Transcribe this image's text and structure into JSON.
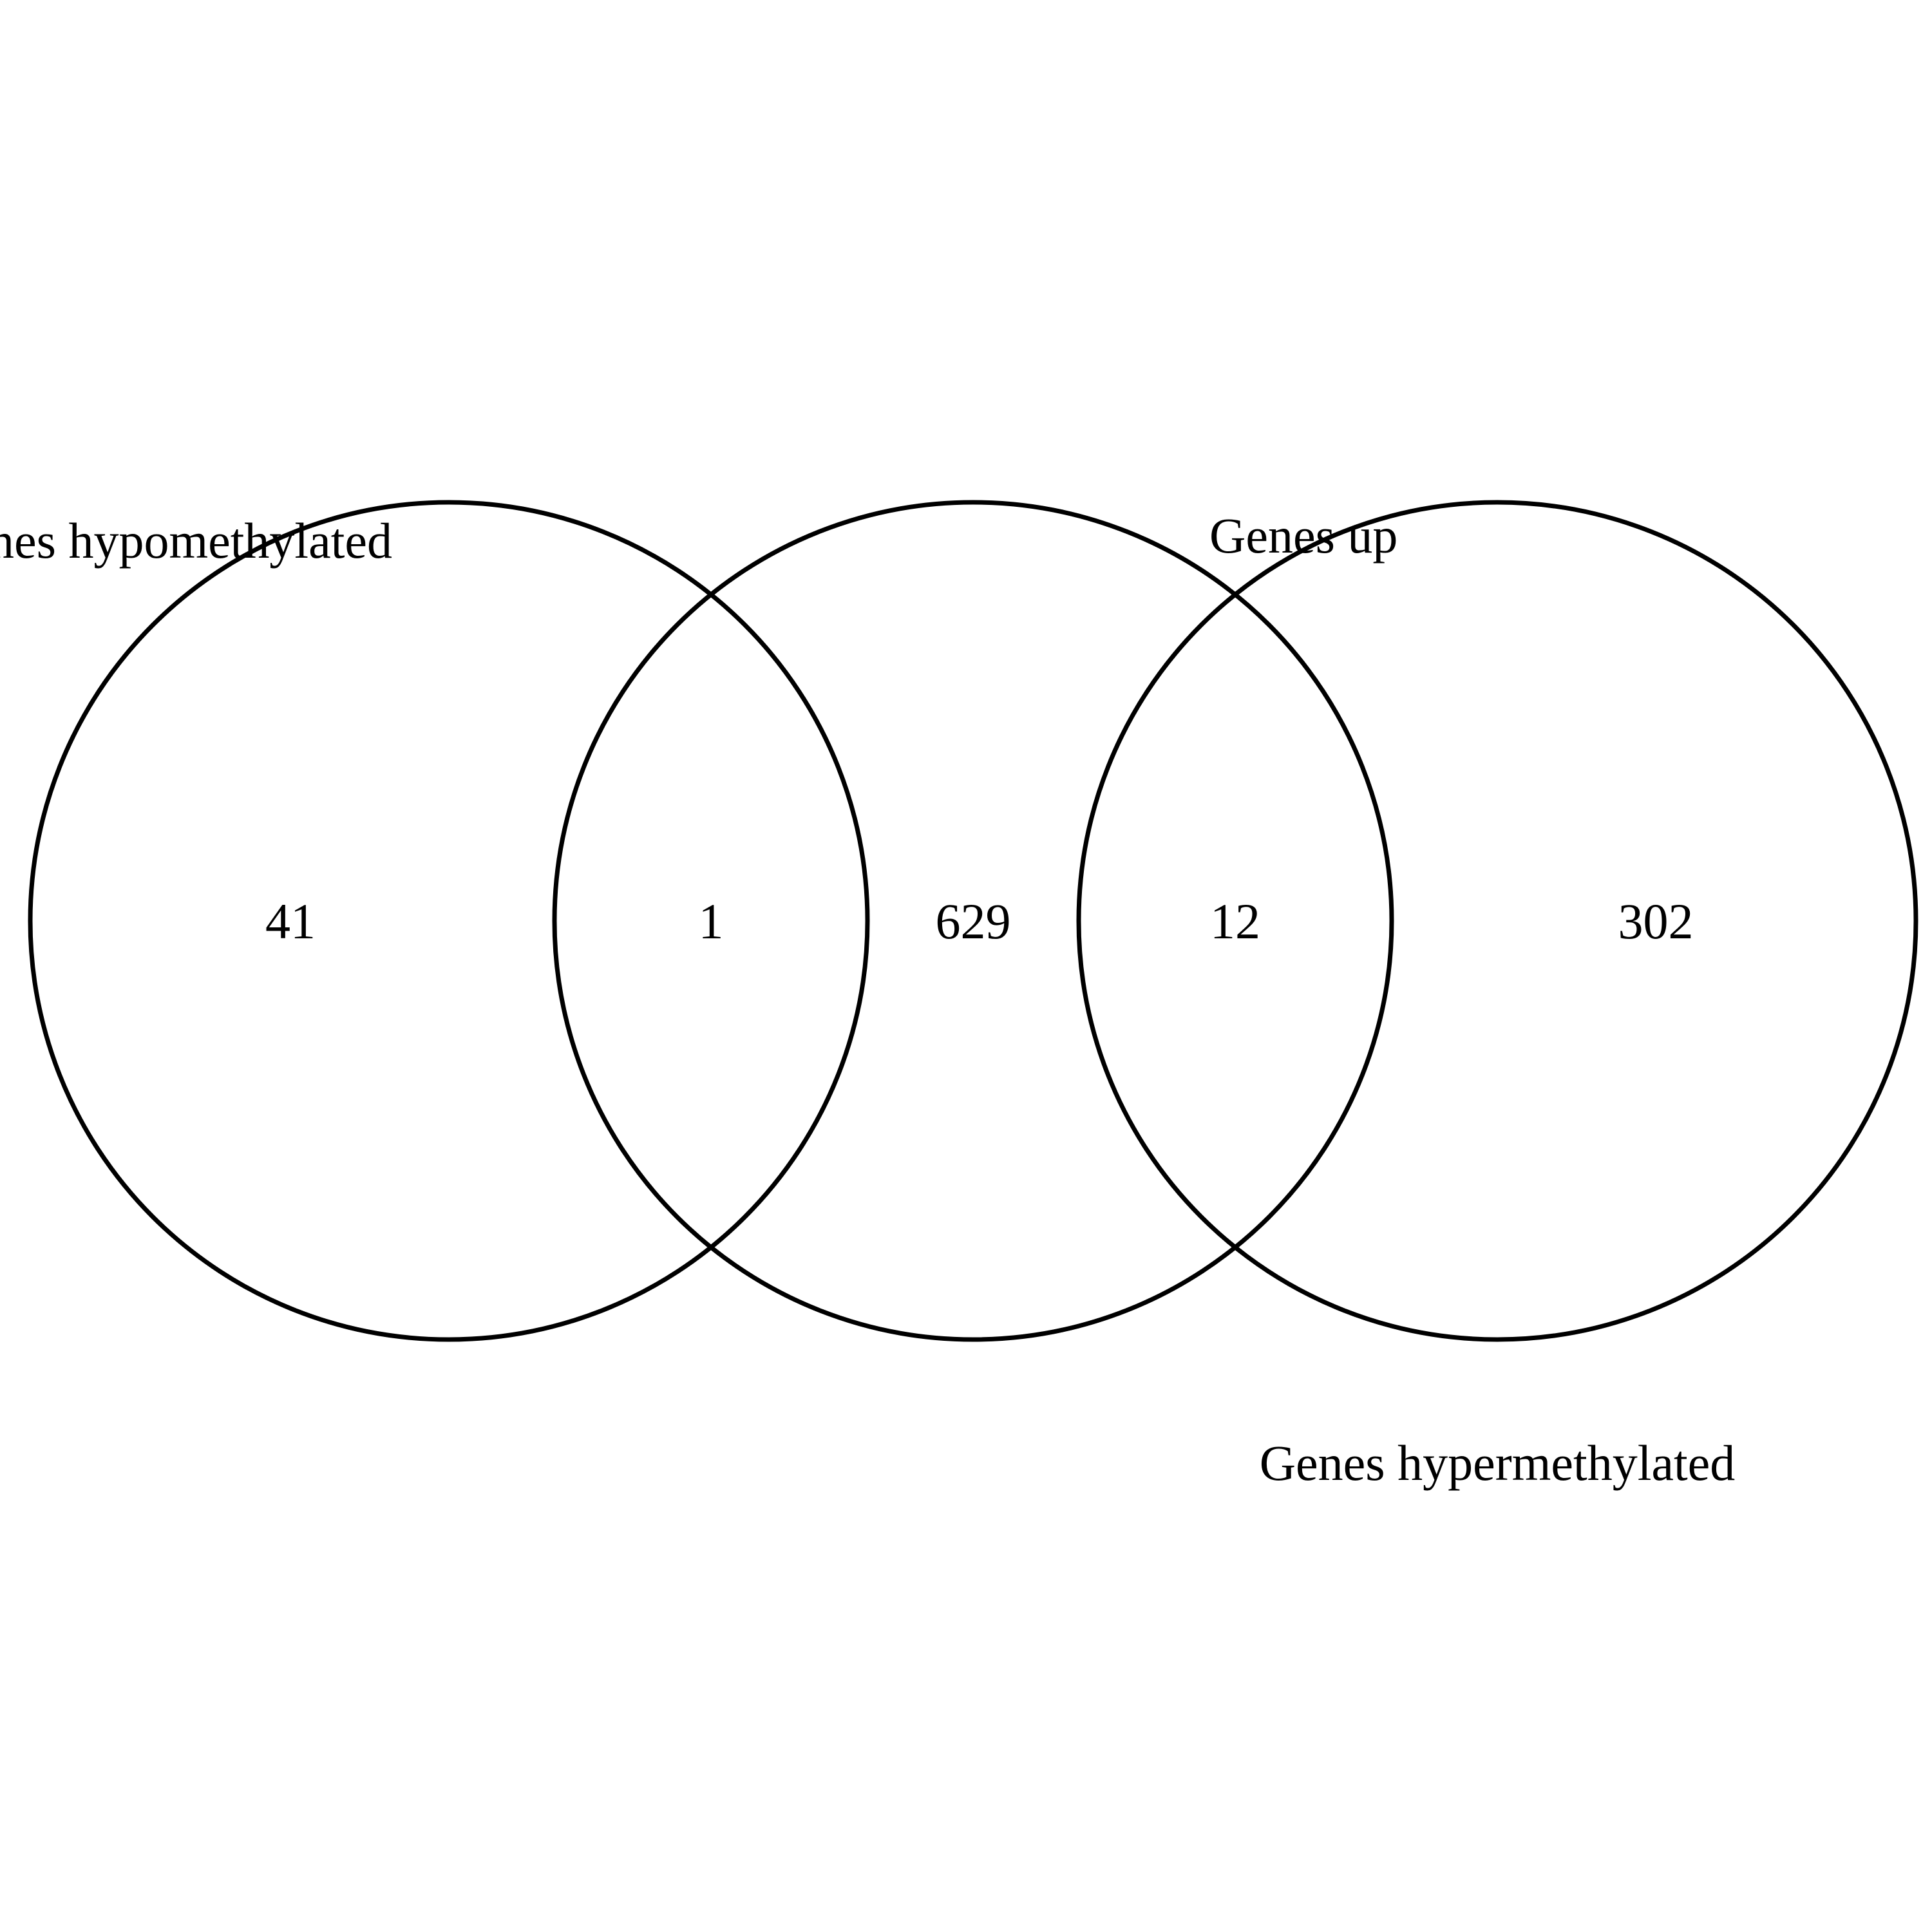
{
  "sets": [
    {
      "key": "hypo",
      "label": "Genes hypomethylated"
    },
    {
      "key": "up",
      "label": "Genes up"
    },
    {
      "key": "hyper",
      "label": "Genes hypermethylated"
    }
  ],
  "regions": [
    {
      "key": "hypo_only",
      "sets": [
        "hypo"
      ],
      "count": "41"
    },
    {
      "key": "hypo_up",
      "sets": [
        "hypo",
        "up"
      ],
      "count": "1"
    },
    {
      "key": "up_only",
      "sets": [
        "up"
      ],
      "count": "629"
    },
    {
      "key": "up_hyper",
      "sets": [
        "up",
        "hyper"
      ],
      "count": "12"
    },
    {
      "key": "hyper_only",
      "sets": [
        "hyper"
      ],
      "count": "302"
    }
  ],
  "colors": {
    "stroke": "#000000",
    "background": "#ffffff",
    "text": "#000000"
  }
}
